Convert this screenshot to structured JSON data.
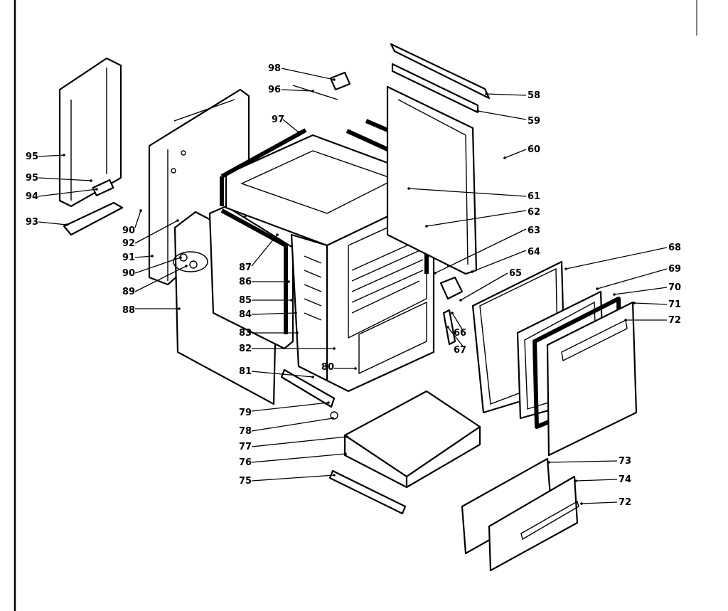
{
  "diagram": {
    "title": "",
    "callouts": [
      {
        "id": "c-98-top",
        "text": "98"
      },
      {
        "id": "c-96-top",
        "text": "96"
      },
      {
        "id": "c-97-top",
        "text": "97"
      },
      {
        "id": "c-95-left",
        "text": "95"
      },
      {
        "id": "c-95b-left",
        "text": "95"
      },
      {
        "id": "c-94-left",
        "text": "94"
      },
      {
        "id": "c-93-left",
        "text": "93"
      },
      {
        "id": "c-90-left",
        "text": "90"
      },
      {
        "id": "c-92-left",
        "text": "92"
      },
      {
        "id": "c-91-left",
        "text": "91"
      },
      {
        "id": "c-90b-left",
        "text": "90"
      },
      {
        "id": "c-89-left",
        "text": "89"
      },
      {
        "id": "c-88-left",
        "text": "88"
      },
      {
        "id": "c-87-mid",
        "text": "87"
      },
      {
        "id": "c-86-mid",
        "text": "86"
      },
      {
        "id": "c-85-mid",
        "text": "85"
      },
      {
        "id": "c-84-mid",
        "text": "84"
      },
      {
        "id": "c-83-mid",
        "text": "83"
      },
      {
        "id": "c-82-mid",
        "text": "82"
      },
      {
        "id": "c-81-mid",
        "text": "81"
      },
      {
        "id": "c-80-mid",
        "text": "80"
      },
      {
        "id": "c-79-bot",
        "text": "79"
      },
      {
        "id": "c-78-bot",
        "text": "78"
      },
      {
        "id": "c-77-bot",
        "text": "77"
      },
      {
        "id": "c-76-bot",
        "text": "76"
      },
      {
        "id": "c-75-bot",
        "text": "75"
      },
      {
        "id": "c-58-right",
        "text": "58"
      },
      {
        "id": "c-59-right",
        "text": "59"
      },
      {
        "id": "c-60-right",
        "text": "60"
      },
      {
        "id": "c-61-right",
        "text": "61"
      },
      {
        "id": "c-62-right",
        "text": "62"
      },
      {
        "id": "c-63-right",
        "text": "63"
      },
      {
        "id": "c-64-right",
        "text": "64"
      },
      {
        "id": "c-65-right",
        "text": "65"
      },
      {
        "id": "c-66-right",
        "text": "66"
      },
      {
        "id": "c-67-right",
        "text": "67"
      },
      {
        "id": "c-68-right",
        "text": "68"
      },
      {
        "id": "c-69-right",
        "text": "69"
      },
      {
        "id": "c-70-right",
        "text": "70"
      },
      {
        "id": "c-71-right",
        "text": "71"
      },
      {
        "id": "c-72-right",
        "text": "72"
      },
      {
        "id": "c-73-right",
        "text": "73"
      },
      {
        "id": "c-74-right",
        "text": "74"
      },
      {
        "id": "c-72b-right",
        "text": "72"
      }
    ]
  }
}
